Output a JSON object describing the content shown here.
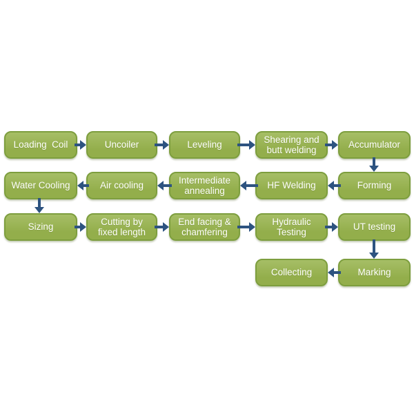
{
  "colors": {
    "box_fill_top": "#a6be66",
    "box_fill": "#93ae4b",
    "box_border": "#7d9e3e",
    "connector": "#2d5380",
    "text_color": "#fdfefb"
  },
  "flow": {
    "rows": [
      {
        "direction": "right",
        "cells": [
          {
            "label": "Loading  Coil"
          },
          {
            "label": "Uncoiler"
          },
          {
            "label": "Leveling"
          },
          {
            "label": "Shearing and butt welding"
          },
          {
            "label": "Accumulator"
          }
        ]
      },
      {
        "direction": "left",
        "cells": [
          {
            "label": "Water Cooling"
          },
          {
            "label": "Air cooling"
          },
          {
            "label": "Intermediate annealing"
          },
          {
            "label": "HF Welding"
          },
          {
            "label": "Forming"
          }
        ]
      },
      {
        "direction": "right",
        "cells": [
          {
            "label": "Sizing"
          },
          {
            "label": "Cutting by fixed length"
          },
          {
            "label": "End facing & chamfering"
          },
          {
            "label": "Hydraulic Testing"
          },
          {
            "label": "UT testing"
          }
        ]
      },
      {
        "direction": "left",
        "cells": [
          {
            "label": "Collecting"
          },
          {
            "label": "Marking"
          }
        ]
      }
    ],
    "edges": [
      {
        "from": "Loading  Coil",
        "to": "Uncoiler"
      },
      {
        "from": "Uncoiler",
        "to": "Leveling"
      },
      {
        "from": "Leveling",
        "to": "Shearing and butt welding"
      },
      {
        "from": "Shearing and butt welding",
        "to": "Accumulator"
      },
      {
        "from": "Accumulator",
        "to": "Forming"
      },
      {
        "from": "Forming",
        "to": "HF Welding"
      },
      {
        "from": "HF Welding",
        "to": "Intermediate annealing"
      },
      {
        "from": "Intermediate annealing",
        "to": "Air cooling"
      },
      {
        "from": "Air cooling",
        "to": "Water Cooling"
      },
      {
        "from": "Water Cooling",
        "to": "Sizing"
      },
      {
        "from": "Sizing",
        "to": "Cutting by fixed length"
      },
      {
        "from": "Cutting by fixed length",
        "to": "End facing & chamfering"
      },
      {
        "from": "End facing & chamfering",
        "to": "Hydraulic Testing"
      },
      {
        "from": "Hydraulic Testing",
        "to": "UT testing"
      },
      {
        "from": "UT testing",
        "to": "Marking"
      },
      {
        "from": "Marking",
        "to": "Collecting"
      }
    ]
  }
}
